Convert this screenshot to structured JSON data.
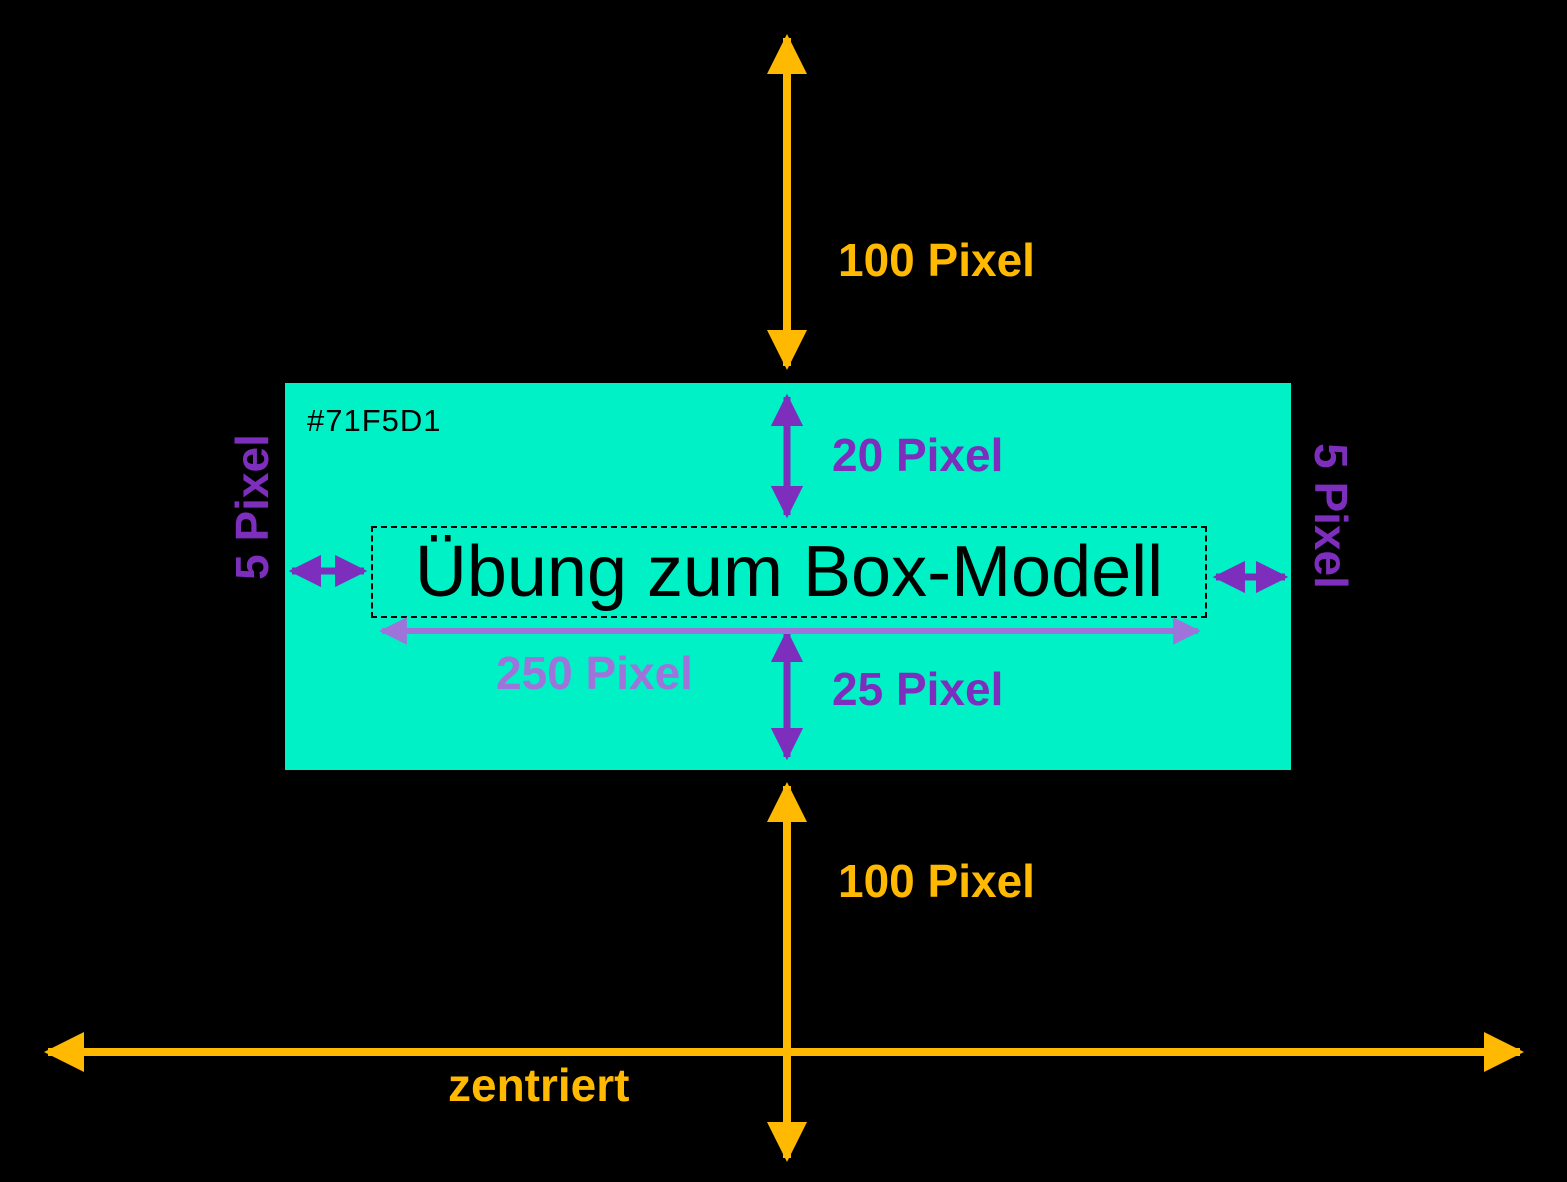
{
  "diagram": {
    "box_color_label": "#71F5D1",
    "content_text": "Übung zum Box-Modell",
    "margin_top_label": "100 Pixel",
    "margin_bottom_label": "100 Pixel",
    "padding_top_label": "20 Pixel",
    "padding_bottom_label": "25 Pixel",
    "padding_left_label": "5 Pixel",
    "padding_right_label": "5 Pixel",
    "content_width_label": "250 Pixel",
    "centered_label": "zentriert"
  },
  "colors": {
    "background": "#000000",
    "box_fill": "#00F1C5",
    "box_fill_declared": "#71F5D1",
    "margin_arrow": "#FFB900",
    "padding_arrow": "#7D2EBD",
    "content_width_arrow": "#9E73DA",
    "text_on_box": "#000000"
  }
}
